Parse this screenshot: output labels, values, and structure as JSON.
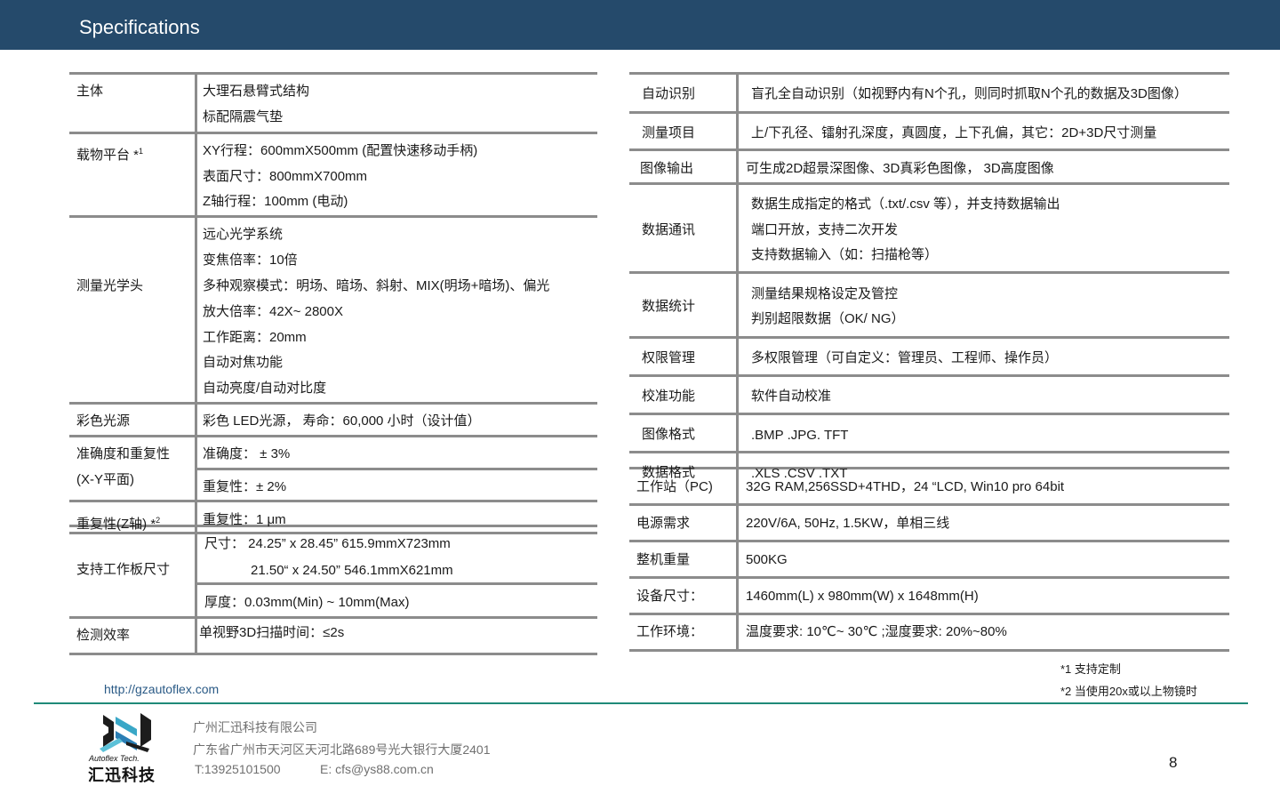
{
  "header": {
    "title": "Specifications"
  },
  "left_table": {
    "row1": {
      "label": "主体",
      "lines": [
        "大理石悬臂式结构",
        "标配隔震气垫"
      ]
    },
    "row2": {
      "label": "载物平台 *",
      "sup": "1",
      "lines": [
        "XY行程：600mmX500mm (配置快速移动手柄)",
        "表面尺寸：800mmX700mm",
        "Z轴行程：100mm (电动)"
      ]
    },
    "row3": {
      "label": "测量光学头",
      "lines": [
        "远心光学系统",
        "变焦倍率：10倍",
        "多种观察模式：明场、暗场、斜射、MIX(明场+暗场)、偏光",
        "放大倍率：42X~ 2800X",
        "工作距离：20mm",
        "自动对焦功能",
        "自动亮度/自动对比度"
      ]
    },
    "row4": {
      "label": "彩色光源",
      "lines": [
        "彩色 LED光源， 寿命：60,000 小时（设计值）"
      ]
    },
    "row5": {
      "label_lines": [
        "准确度和重复性",
        "(X-Y平面)"
      ],
      "lines": [
        "准确度： ± 3%",
        "重复性：± 2%"
      ]
    },
    "row6": {
      "label": "重复性(Z轴) *",
      "sup": "2",
      "lines": [
        "重复性：1 μm"
      ]
    },
    "row7": {
      "label": "支持工作板尺寸",
      "lines": [
        "尺寸：  24.25” x 28.45”    615.9mmX723mm",
        "21.50“ x 24.50”    546.1mmX621mm",
        "厚度：0.03mm(Min)    ~ 10mm(Max)"
      ]
    },
    "row8": {
      "label": "检测效率",
      "lines": [
        "单视野3D扫描时间：≤2s"
      ]
    }
  },
  "right_table": {
    "row1": {
      "label": "自动识别",
      "lines": [
        "盲孔全自动识别（如视野内有N个孔，则同时抓取N个孔的数据及3D图像）"
      ]
    },
    "row2": {
      "label": "测量项目",
      "lines": [
        "上/下孔径、镭射孔深度，真圆度，上下孔偏，其它：2D+3D尺寸测量"
      ]
    },
    "row3": {
      "label": "图像输出",
      "lines": [
        "可生成2D超景深图像、3D真彩色图像， 3D高度图像"
      ]
    },
    "row4": {
      "label": "数据通讯",
      "lines": [
        "数据生成指定的格式（.txt/.csv 等），并支持数据输出",
        "端口开放，支持二次开发",
        "支持数据输入（如：扫描枪等）"
      ]
    },
    "row5": {
      "label": "数据统计",
      "lines": [
        "测量结果规格设定及管控",
        "判别超限数据（OK/ NG）"
      ]
    },
    "row6": {
      "label": "权限管理",
      "lines": [
        "多权限管理（可自定义：管理员、工程师、操作员）"
      ]
    },
    "row7": {
      "label": "校准功能",
      "lines": [
        "软件自动校准"
      ]
    },
    "row8": {
      "label": "图像格式",
      "lines": [
        ".BMP .JPG. TFT"
      ]
    },
    "row9": {
      "label": "数据格式",
      "lines": [
        ".XLS .CSV .TXT"
      ]
    },
    "row10": {
      "label": "工作站（PC)",
      "lines": [
        "32G RAM,256SSD+4THD，24 “LCD, Win10 pro 64bit"
      ]
    },
    "row11": {
      "label": "电源需求",
      "lines": [
        "220V/6A, 50Hz, 1.5KW，单相三线"
      ]
    },
    "row12": {
      "label": "整机重量",
      "lines": [
        "500KG"
      ]
    },
    "row13": {
      "label": "设备尺寸：",
      "lines": [
        "1460mm(L) x 980mm(W) x 1648mm(H)"
      ]
    },
    "row14": {
      "label": "工作环境：",
      "lines": [
        "温度要求: 10℃~ 30℃ ;湿度要求: 20%~80%"
      ]
    }
  },
  "footnotes": [
    "*1  支持定制",
    "*2   当使用20x或以上物镜时"
  ],
  "footer": {
    "url": "http://gzautoflex.com",
    "company": "广州汇迅科技有限公司",
    "address": "广东省广州市天河区天河北路689号光大银行大厦2401",
    "tel": "T:13925101500",
    "email": "E: cfs@ys88.com.cn",
    "logo_en": "Autoflex Tech.",
    "logo_cn": "汇迅科技",
    "page_number": "8"
  },
  "colors": {
    "header_bg": "#254a6b",
    "footer_rule": "#1f8a78",
    "table_line": "#8c8c8c",
    "link": "#2a5a86"
  }
}
